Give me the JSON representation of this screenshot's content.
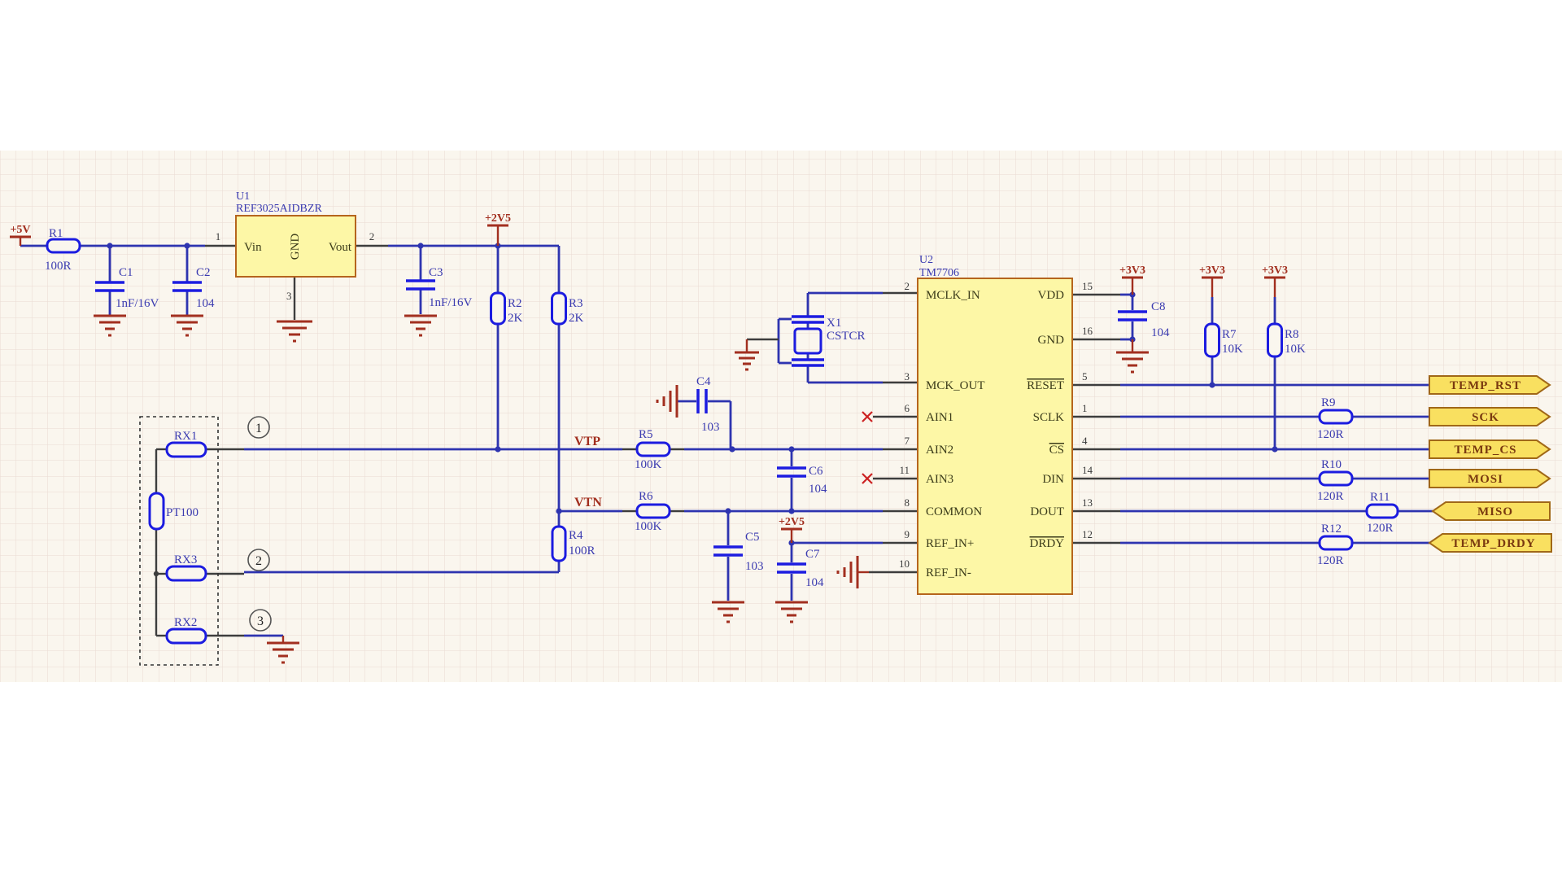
{
  "schematic": {
    "colors": {
      "wire": "#2e34b0",
      "component": "#1c1ce0",
      "pin_stub": "#3d3d3d",
      "power": "#a22f1f",
      "label": "#3b3bb0",
      "ic_fill": "#fdf7a6",
      "ic_border": "#b5651d",
      "flag_fill": "#f9e060",
      "flag_border": "#a06818",
      "flag_text": "#7a3a10",
      "sheet": "#faf6ee",
      "grid": "#e9dbd3"
    },
    "power": {
      "v5": "+5V",
      "v2v5_a": "+2V5",
      "v2v5_b": "+2V5",
      "v3v3_a": "+3V3",
      "v3v3_b": "+3V3",
      "v3v3_c": "+3V3"
    },
    "net_labels": {
      "vtp": "VTP",
      "vtn": "VTN"
    },
    "wire_tags": {
      "t1": "1",
      "t2": "2",
      "t3": "3"
    },
    "u1": {
      "ref": "U1",
      "part": "REF3025AIDBZR",
      "pin1": "1",
      "pin2": "2",
      "pin3": "3",
      "vin": "Vin",
      "gnd": "GND",
      "vout": "Vout"
    },
    "u2": {
      "ref": "U2",
      "part": "TM7706",
      "left": [
        {
          "n": "2",
          "name": "MCLK_IN"
        },
        {
          "n": "3",
          "name": "MCK_OUT"
        },
        {
          "n": "6",
          "name": "AIN1"
        },
        {
          "n": "7",
          "name": "AIN2"
        },
        {
          "n": "11",
          "name": "AIN3"
        },
        {
          "n": "8",
          "name": "COMMON"
        },
        {
          "n": "9",
          "name": "REF_IN+"
        },
        {
          "n": "10",
          "name": "REF_IN-"
        }
      ],
      "right": [
        {
          "n": "15",
          "name": "VDD"
        },
        {
          "n": "16",
          "name": "GND"
        },
        {
          "n": "5",
          "name": "RESET"
        },
        {
          "n": "1",
          "name": "SCLK"
        },
        {
          "n": "4",
          "name": "CS"
        },
        {
          "n": "14",
          "name": "DIN"
        },
        {
          "n": "13",
          "name": "DOUT"
        },
        {
          "n": "12",
          "name": "DRDY"
        }
      ]
    },
    "x1": {
      "ref": "X1",
      "part": "CSTCR"
    },
    "resistors": {
      "r1": {
        "ref": "R1",
        "val": "100R"
      },
      "r2": {
        "ref": "R2",
        "val": "2K"
      },
      "r3": {
        "ref": "R3",
        "val": "2K"
      },
      "r4": {
        "ref": "R4",
        "val": "100R"
      },
      "r5": {
        "ref": "R5",
        "val": "100K"
      },
      "r6": {
        "ref": "R6",
        "val": "100K"
      },
      "r7": {
        "ref": "R7",
        "val": "10K"
      },
      "r8": {
        "ref": "R8",
        "val": "10K"
      },
      "r9": {
        "ref": "R9",
        "val": "120R"
      },
      "r10": {
        "ref": "R10",
        "val": "120R"
      },
      "r11": {
        "ref": "R11",
        "val": "120R"
      },
      "r12": {
        "ref": "R12",
        "val": "120R"
      },
      "rx1": {
        "ref": "RX1"
      },
      "rx2": {
        "ref": "RX2"
      },
      "rx3": {
        "ref": "RX3"
      },
      "pt100": {
        "ref": "PT100"
      }
    },
    "capacitors": {
      "c1": {
        "ref": "C1",
        "val": "1nF/16V"
      },
      "c2": {
        "ref": "C2",
        "val": "104"
      },
      "c3": {
        "ref": "C3",
        "val": "1nF/16V"
      },
      "c4": {
        "ref": "C4",
        "val": "103"
      },
      "c5": {
        "ref": "C5",
        "val": "103"
      },
      "c6": {
        "ref": "C6",
        "val": "104"
      },
      "c7": {
        "ref": "C7",
        "val": "104"
      },
      "c8": {
        "ref": "C8",
        "val": "104"
      }
    },
    "ports": {
      "temp_rst": "TEMP_RST",
      "sck": "SCK",
      "temp_cs": "TEMP_CS",
      "mosi": "MOSI",
      "miso": "MISO",
      "temp_drdy": "TEMP_DRDY"
    }
  }
}
